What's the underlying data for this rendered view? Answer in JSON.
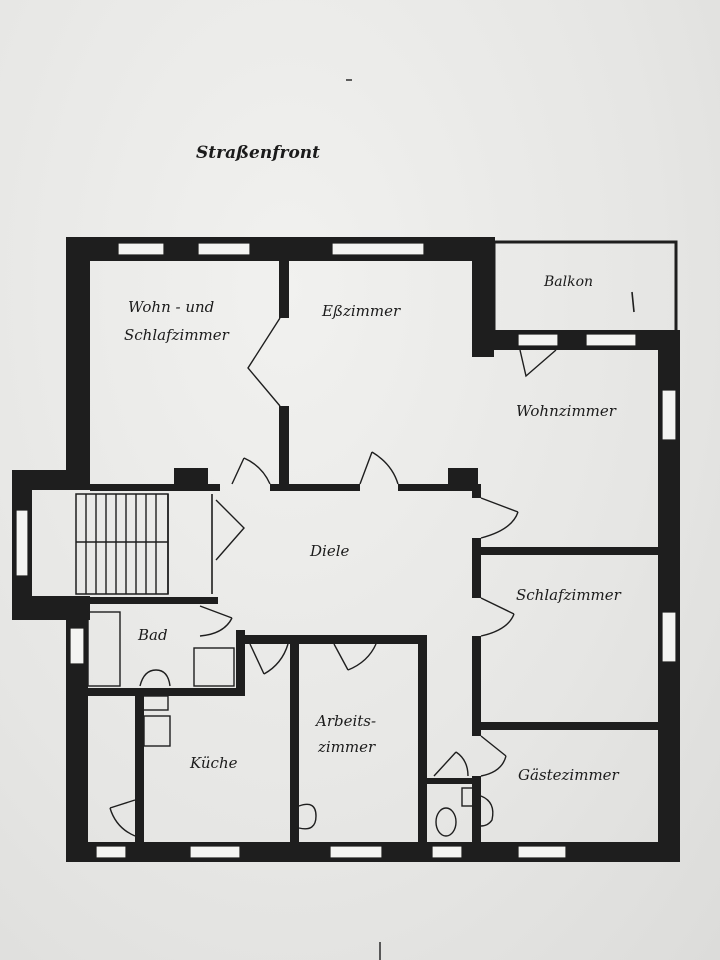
{
  "street_label": "Straßenfront",
  "rooms": {
    "wohn_schlaf_line1": "Wohn - und",
    "wohn_schlaf_line2": "Schlafzimmer",
    "esszimmer": "Eßzimmer",
    "balkon": "Balkon",
    "wohnzimmer": "Wohnzimmer",
    "diele": "Diele",
    "schlafzimmer": "Schlafzimmer",
    "bad": "Bad",
    "kueche": "Küche",
    "arbeits_line1": "Arbeits-",
    "arbeits_line2": "zimmer",
    "gaestezimmer": "Gästezimmer"
  },
  "colors": {
    "ink": "#1e1e1e",
    "paper": "#efefed"
  }
}
